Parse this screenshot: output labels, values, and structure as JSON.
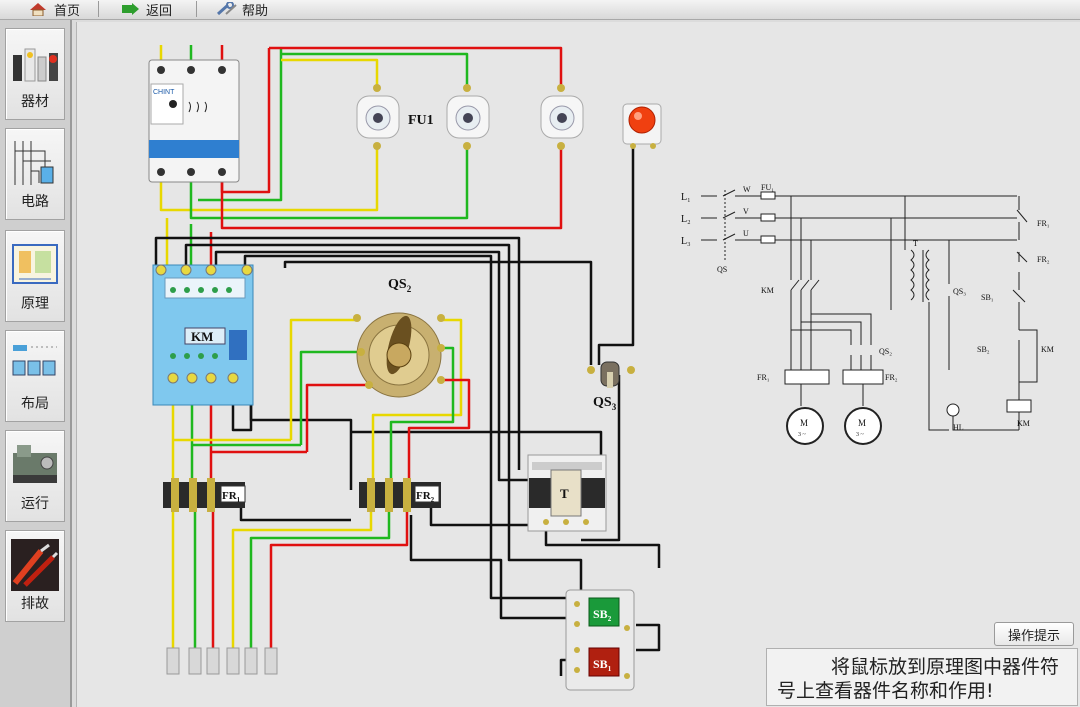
{
  "toolbar": {
    "home_label": "首页",
    "back_label": "返回",
    "help_label": "帮助"
  },
  "sidebar": {
    "items": [
      {
        "label": "器材",
        "icon": "equipment-icon"
      },
      {
        "label": "电路",
        "icon": "circuit-icon"
      },
      {
        "label": "原理",
        "icon": "principle-icon"
      },
      {
        "label": "布局",
        "icon": "layout-icon"
      },
      {
        "label": "运行",
        "icon": "machine-icon"
      },
      {
        "label": "排故",
        "icon": "tools-icon"
      }
    ]
  },
  "wiring": {
    "labels": {
      "fu1": "FU1",
      "qs2": "QS",
      "qs2_sub": "2",
      "qs3": "QS",
      "qs3_sub": "3",
      "km": "KM",
      "fr1": "FR",
      "fr1_sub": "1",
      "fr2": "FR",
      "fr2_sub": "2",
      "t": "T",
      "sb2": "SB",
      "sb2_sub": "2",
      "sb1": "SB",
      "sb1_sub": "1",
      "chint": "CHINT"
    },
    "colors": {
      "yellow": "#e8d800",
      "green": "#1fb81f",
      "red": "#e01010",
      "black": "#111111"
    }
  },
  "schematic": {
    "l1": "L₁",
    "l2": "L₂",
    "l3": "L₃",
    "w": "W",
    "v": "V",
    "u": "U",
    "fu1": "FU₁",
    "qs": "QS",
    "km": "KM",
    "fr1": "FR₁",
    "fr2": "FR₂",
    "qs2": "QS₂",
    "qs3": "QS₃",
    "t": "T",
    "hl": "HL",
    "sb1": "SB₁",
    "sb2": "SB₂",
    "km_coil": "KM",
    "km_contact": "KM",
    "motor1": "M",
    "motor1_sub": "3 ~",
    "motor2": "M",
    "motor2_sub": "3 ~"
  },
  "hint": {
    "button_label": "操作提示",
    "line1": "将鼠标放到原理图中器件符",
    "line2": "号上查看器件名称和作用!"
  }
}
